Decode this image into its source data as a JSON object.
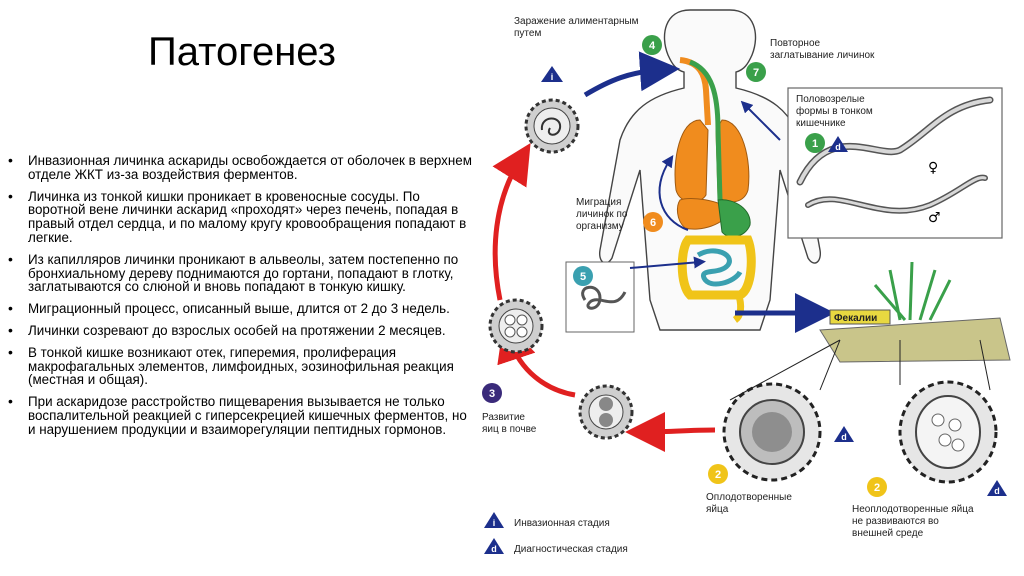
{
  "title": "Патогенез",
  "bullets": [
    "Инвазионная личинка аскариды освобождается от оболочек в верхнем отделе ЖКТ из-за воздействия ферментов.",
    "Личинка из тонкой кишки  проникает в кровеносные сосуды. По воротной вене личинки аскарид «проходят» через печень, попадая в правый отдел сердца, и по малому кругу кровообращения попадают в легкие.",
    "Из капилляров личинки проникают в альвеолы, затем постепенно по бронхиальному дереву поднимаются до гортани, попадают в глотку, заглатываются со слюной и вновь попадают в тонкую кишку.",
    "Миграционный процесс, описанный выше, длится от 2 до 3 недель.",
    "Личинки созревают до взрослых особей на протяжении 2 месяцев.",
    " В тонкой кишке возникают отек, гиперемия, пролиферация макрофагальных элементов, лимфоидных, эозинофильная реакция (местная и общая).",
    "При аскаридозе расстройство пищеварения вызывается не только воспалительной реакцией с гиперсекрецией кишечных ферментов, но и нарушением продукции и взаиморегуляции пептидных гормонов."
  ],
  "diagram": {
    "label_infection": [
      "Заражение алиментарным",
      "путем"
    ],
    "label_swallow": [
      "Повторное",
      "заглатывание личинок"
    ],
    "label_adults": [
      "Половозрелые",
      "формы в тонком",
      "кишечнике"
    ],
    "label_migration": [
      "Миграция",
      "личинок по",
      "организму"
    ],
    "label_feces": "Фекалии",
    "label_soil": [
      "Развитие",
      "яиц в почве"
    ],
    "label_fertilized": [
      "Оплодотворенные",
      "яйца"
    ],
    "label_unfertilized": [
      "Неоплодотворенные яйца",
      "не развиваются во",
      "внешней среде"
    ],
    "legend_invasive": "Инвазионная стадия",
    "legend_diagnostic": "Диагностическая стадия",
    "stage_numbers": {
      "s1": "1",
      "s2a": "2",
      "s2b": "2",
      "s3": "3",
      "s4": "4",
      "s5": "5",
      "s6": "6",
      "s7": "7"
    },
    "female_symbol": "♀",
    "male_symbol": "♂",
    "i_letter": "i",
    "d_letter": "d",
    "colors": {
      "green": "#3aa04a",
      "orange": "#f08c1e",
      "yellow": "#f0c419",
      "red": "#e02020",
      "blue": "#1c2f8c",
      "teal": "#3aa0b0",
      "purple": "#3a2a7a"
    }
  }
}
